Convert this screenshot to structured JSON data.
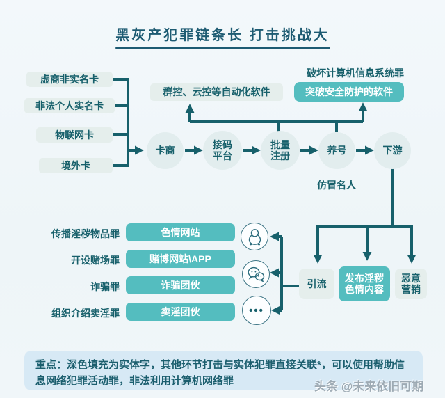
{
  "title": "黑灰产犯罪链条长 打击挑战大",
  "colors": {
    "accent_dark_teal": "#17606b",
    "teal_fill": "#54bdbf",
    "light_node_fill": "#e4edee",
    "note_background": "#d7e9f5",
    "page_background": "#f0f6f9"
  },
  "card_sources": {
    "items": [
      {
        "label": "虚商非实名卡"
      },
      {
        "label": "非法个人实名卡"
      },
      {
        "label": "物联网卡"
      },
      {
        "label": "境外卡"
      }
    ]
  },
  "flow": {
    "nodes": [
      {
        "label": "卡商"
      },
      {
        "label": "接码平台"
      },
      {
        "label": "批量注册"
      },
      {
        "label": "养号"
      },
      {
        "label": "下游"
      }
    ],
    "annotation": "仿冒名人"
  },
  "tools": {
    "crime_label": "破坏计算机信息系统罪",
    "automation_label": "群控、云控等自动化软件",
    "security_breach_label": "突破安全防护的软件"
  },
  "downstream": {
    "nodes": [
      {
        "label": "引流",
        "filled": false
      },
      {
        "label": "发布淫秽色情内容",
        "filled": true
      },
      {
        "label": "恶意营销",
        "filled": false
      }
    ]
  },
  "crimes": {
    "rows": [
      {
        "crime": "传播淫秽物品罪",
        "entity": "色情网站"
      },
      {
        "crime": "开设赌场罪",
        "entity": "赌博网站\\APP"
      },
      {
        "crime": "诈骗罪",
        "entity": "诈骗团伙"
      },
      {
        "crime": "组织介绍卖淫罪",
        "entity": "卖淫团伙"
      }
    ]
  },
  "platforms": {
    "icons": [
      "qq",
      "wechat",
      "more"
    ],
    "more_glyph": "•••"
  },
  "note": {
    "text": "重点：深色填充为实体字，其他环节打击与实体犯罪直接关联*，可以使用帮助信息网络犯罪活动罪，非法利用计算机网络罪"
  },
  "watermark": "头条 @未来依旧可期"
}
